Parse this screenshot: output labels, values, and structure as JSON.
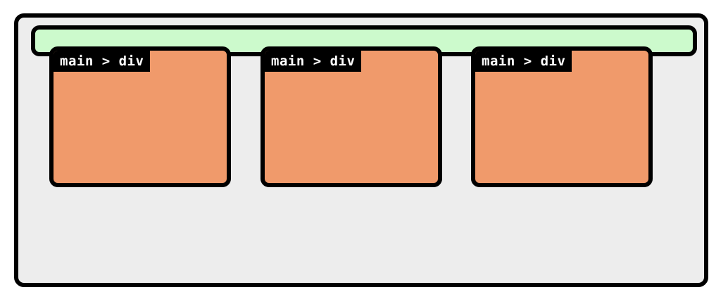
{
  "diagram": {
    "title": "main > div",
    "colors": {
      "viewport_background": "#ededed",
      "parent_background": "#ccfacc",
      "child_background": "#f09a6b",
      "border": "#000000",
      "label_text": "#ffffff",
      "label_background": "#000000"
    },
    "viewport": {
      "name": "viewport",
      "label": ""
    },
    "parent": {
      "selector": "main",
      "label": ""
    },
    "children": [
      {
        "label": "main > div"
      },
      {
        "label": "main > div"
      },
      {
        "label": "main > div"
      }
    ]
  }
}
